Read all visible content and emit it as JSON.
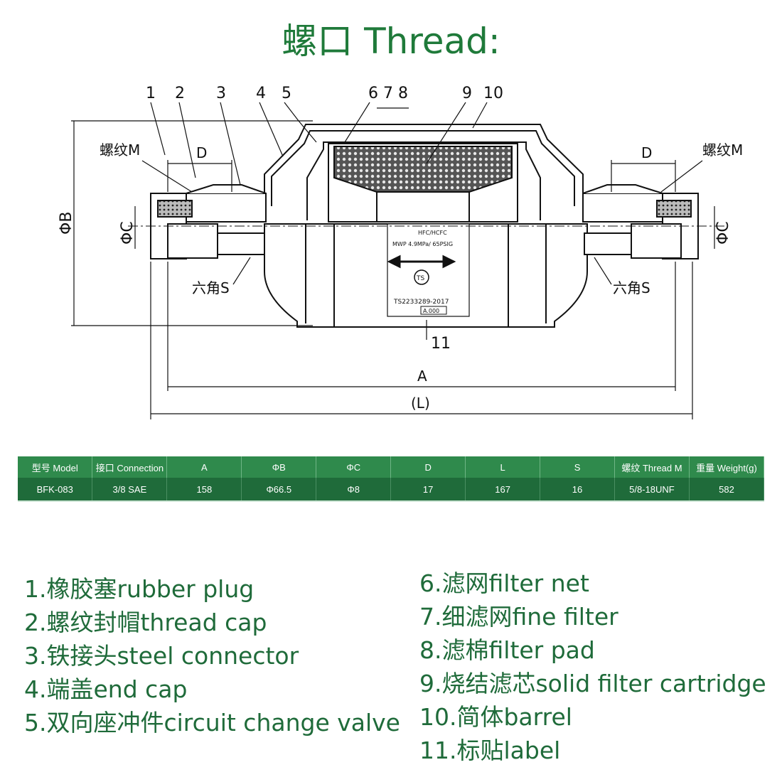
{
  "title": "螺口 Thread:",
  "diagram": {
    "callouts": [
      "1",
      "2",
      "3",
      "4",
      "5",
      "6 7 8",
      "9",
      "10",
      "11"
    ],
    "thread_left": "螺纹M",
    "thread_right": "螺纹M",
    "hex_left": "六角S",
    "hex_right": "六角S",
    "dim_D_left": "D",
    "dim_D_right": "D",
    "dim_phiB": "ΦB",
    "dim_phiC_left": "ΦC",
    "dim_phiC_right": "ΦC",
    "dim_A": "A",
    "dim_L": "(L)",
    "label_line1": "HFC/HCFC",
    "label_line2": "MWP 4.9MPa/ 65PSIG",
    "label_cert": "TS2233289-2017",
    "label_badge": "TS",
    "label_code": "A.000"
  },
  "table": {
    "headers": [
      "型号 Model",
      "接口 Connection",
      "A",
      "ΦB",
      "ΦC",
      "D",
      "L",
      "S",
      "螺纹 Thread M",
      "重量 Weight(g)"
    ],
    "rows": [
      [
        "BFK-083",
        "3/8 SAE",
        "158",
        "Φ66.5",
        "Φ8",
        "17",
        "167",
        "16",
        "5/8-18UNF",
        "582"
      ]
    ]
  },
  "parts_left": [
    "1.橡胶塞rubber plug",
    "2.螺纹封帽thread cap",
    "3.铁接头steel connector",
    "4.端盖end cap",
    "5.双向座冲件circuit change valve"
  ],
  "parts_right": [
    "6.滤网filter net",
    "7.细滤网fine filter",
    "8.滤棉filter pad",
    "9.烧结滤芯solid filter cartridge",
    "10.简体barrel",
    "11.标贴label"
  ]
}
